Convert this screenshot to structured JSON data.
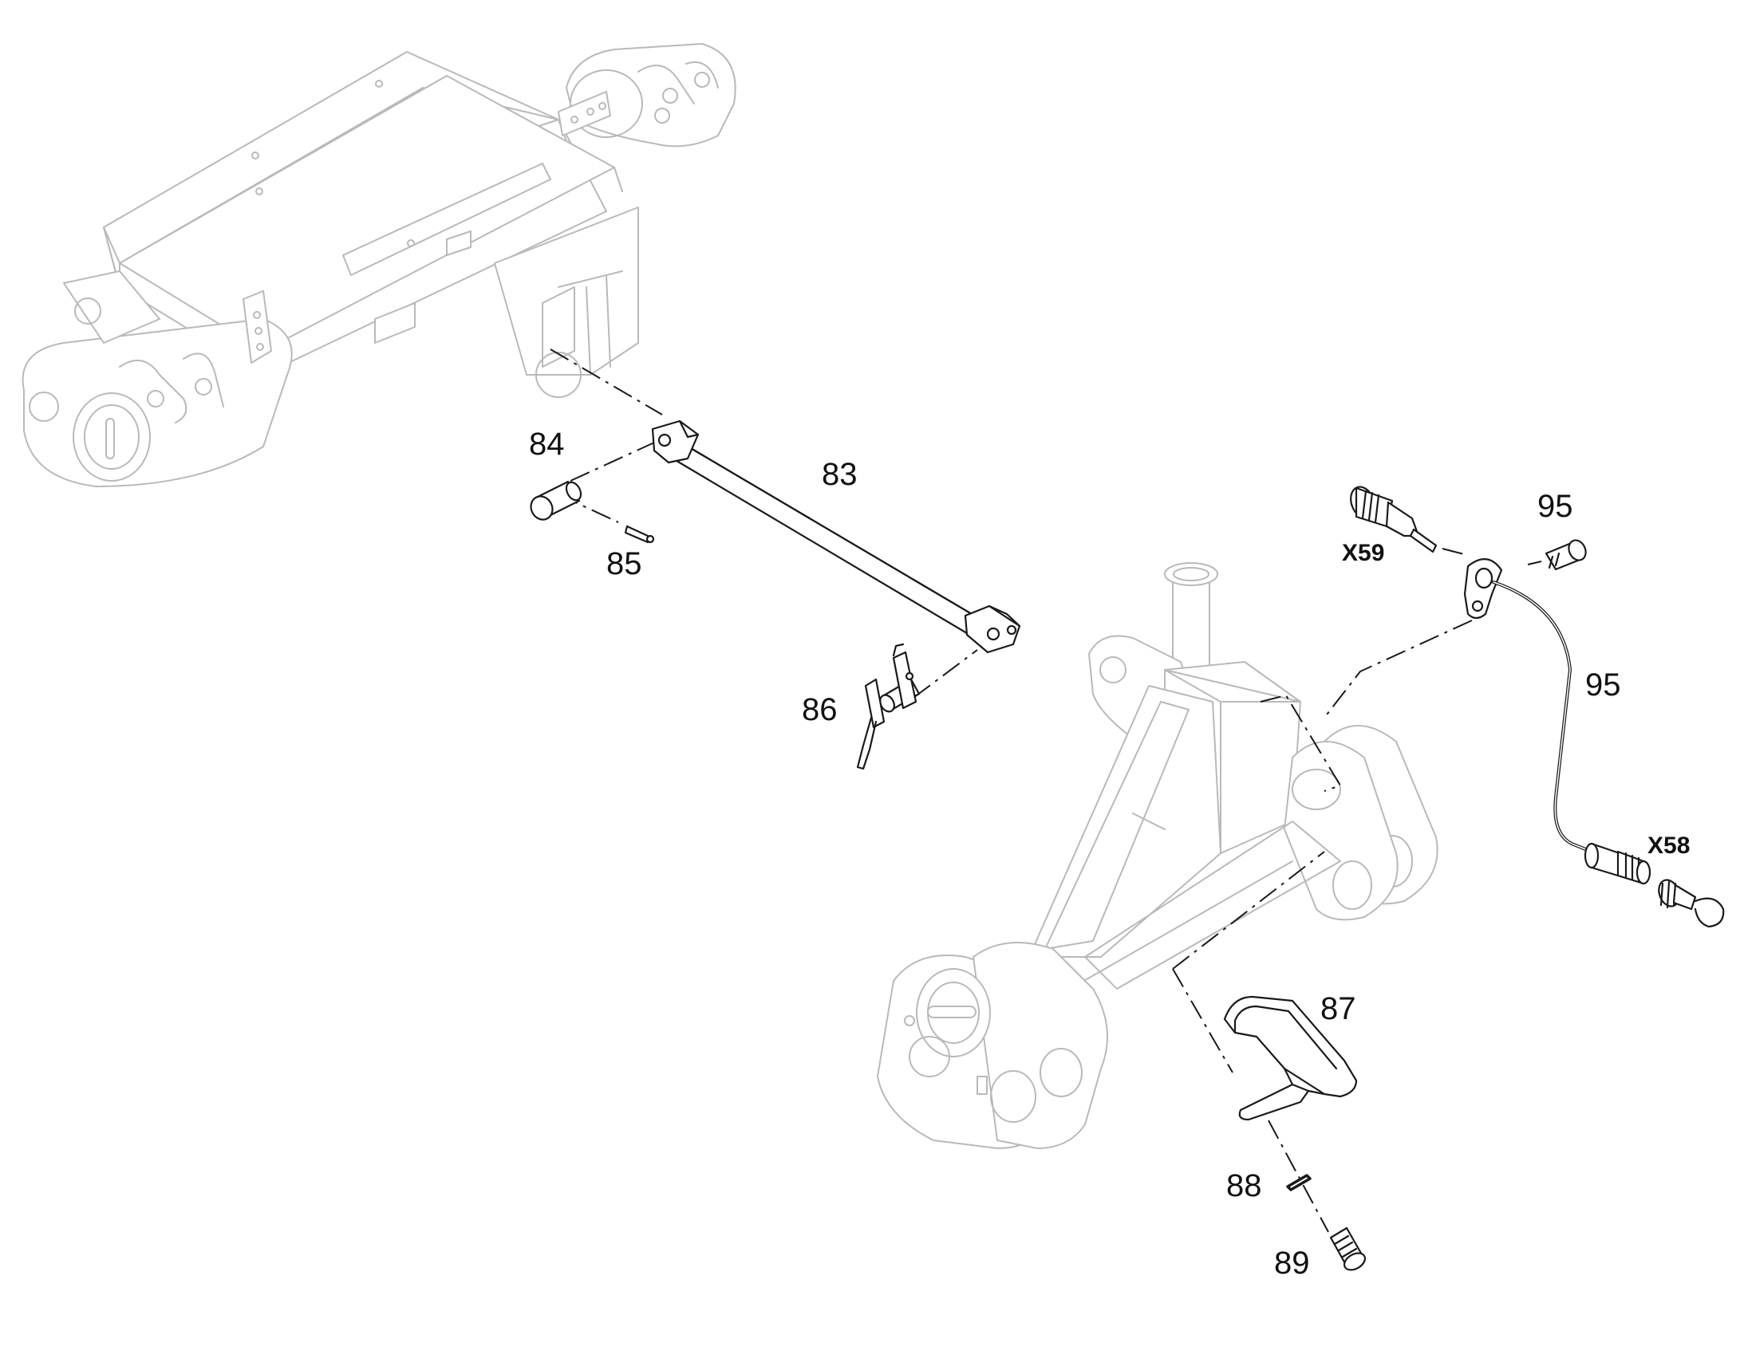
{
  "callouts": {
    "p83": "83",
    "p84": "84",
    "p85": "85",
    "p86": "86",
    "p87": "87",
    "p88": "88",
    "p89": "89",
    "p95a": "95",
    "p95b": "95"
  },
  "connectors": {
    "x59": "X59",
    "x58": "X58"
  },
  "colors": {
    "ghost_stroke": "#b9b9b9",
    "part_stroke": "#1a1a1a",
    "background": "#ffffff"
  }
}
